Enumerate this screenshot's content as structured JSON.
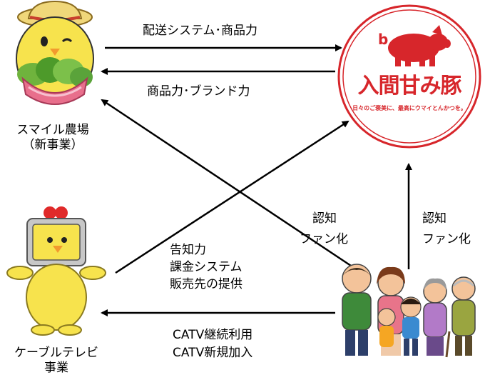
{
  "nodes": {
    "farm": {
      "label_line1": "スマイル農場",
      "label_line2": "（新事業）"
    },
    "cable": {
      "label_line1": "ケーブルテレビ",
      "label_line2": "事業"
    },
    "pork": {
      "logo_title": "入間甘み豚",
      "logo_small": "b",
      "logo_tagline": "日々のご褒美に、最高にウマイとんかつを。"
    }
  },
  "edges": {
    "top_right": "配送システム･商品力",
    "top_left": "商品力･ブランド力",
    "diag_farm": {
      "line1": "認知",
      "line2": "ファン化"
    },
    "vertical": {
      "line1": "認知",
      "line2": "ファン化"
    },
    "diag_cable": {
      "line1": "告知力",
      "line2": "課金システム",
      "line3": "販売先の提供"
    },
    "bottom": {
      "line1": "CATV継続利用",
      "line2": "CATV新規加入"
    }
  },
  "colors": {
    "logo_red": "#d7262b",
    "arrow": "#000000"
  }
}
